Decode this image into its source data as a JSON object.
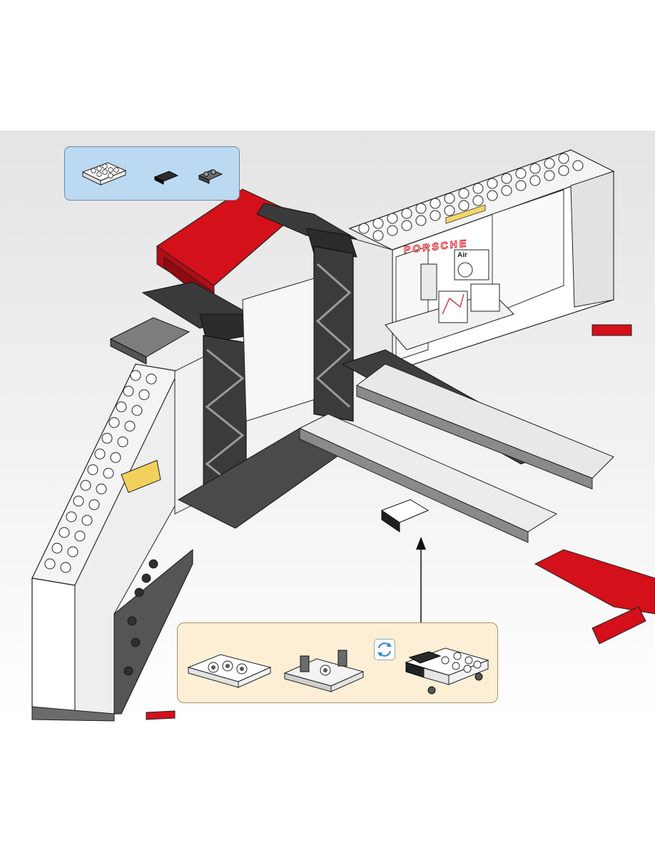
{
  "page": {
    "kind": "LEGO building instruction step",
    "brand_colors": {
      "red": "#d4101a",
      "dark_gray": "#3a3a3a",
      "light_gray": "#9a9a9a",
      "white": "#ffffff",
      "callout_blue": "#bcd9f2",
      "callout_cream": "#fcefd6"
    }
  },
  "parts_list": {
    "items": [
      {
        "icon": "white-plate-2x4-icon"
      },
      {
        "icon": "black-tile-1x2-icon"
      },
      {
        "icon": "dark-gray-plate-1x2-clip-icon"
      }
    ]
  },
  "subassembly": {
    "steps": [
      {
        "icon": "white-plate-2x3-holes-icon"
      },
      {
        "icon": "plate-with-clips-icon"
      },
      {
        "icon": "rotate-model-icon"
      },
      {
        "icon": "completed-wheel-unit-icon"
      }
    ]
  },
  "scene": {
    "logo_text": "PORSCHE",
    "screen_label": "Air"
  }
}
